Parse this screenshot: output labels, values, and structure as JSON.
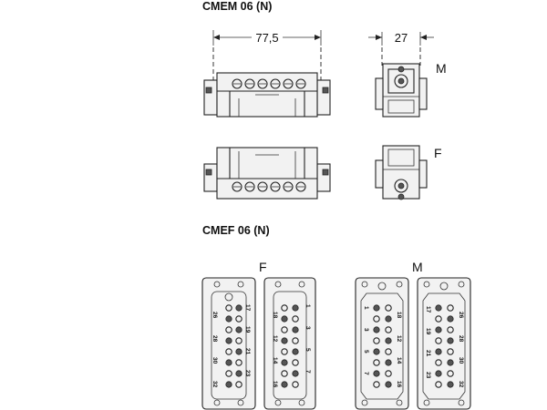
{
  "titles": {
    "top": "CMEM 06 (N)",
    "bottom": "CMEF 06 (N)"
  },
  "dimensions": {
    "width": "77,5",
    "depth": "27"
  },
  "labels": {
    "male": "M",
    "female": "F"
  },
  "inserts": {
    "f1": {
      "left": [
        "26",
        "28",
        "30",
        "32"
      ],
      "right": [
        "17",
        "19",
        "21",
        "23"
      ],
      "label": "F"
    },
    "f2": {
      "left": [
        "18",
        "12",
        "14",
        "16"
      ],
      "right": [
        "1",
        "3",
        "5",
        "7"
      ]
    },
    "m1": {
      "left": [
        "1",
        "3",
        "5",
        "7"
      ],
      "right": [
        "18",
        "12",
        "14",
        "16"
      ],
      "label": "M"
    },
    "m2": {
      "left": [
        "17",
        "19",
        "21",
        "23"
      ],
      "right": [
        "26",
        "28",
        "30",
        "32"
      ]
    }
  },
  "colors": {
    "line": "#222222",
    "fill_light": "#f2f2f2",
    "fill_dark": "#555555"
  }
}
